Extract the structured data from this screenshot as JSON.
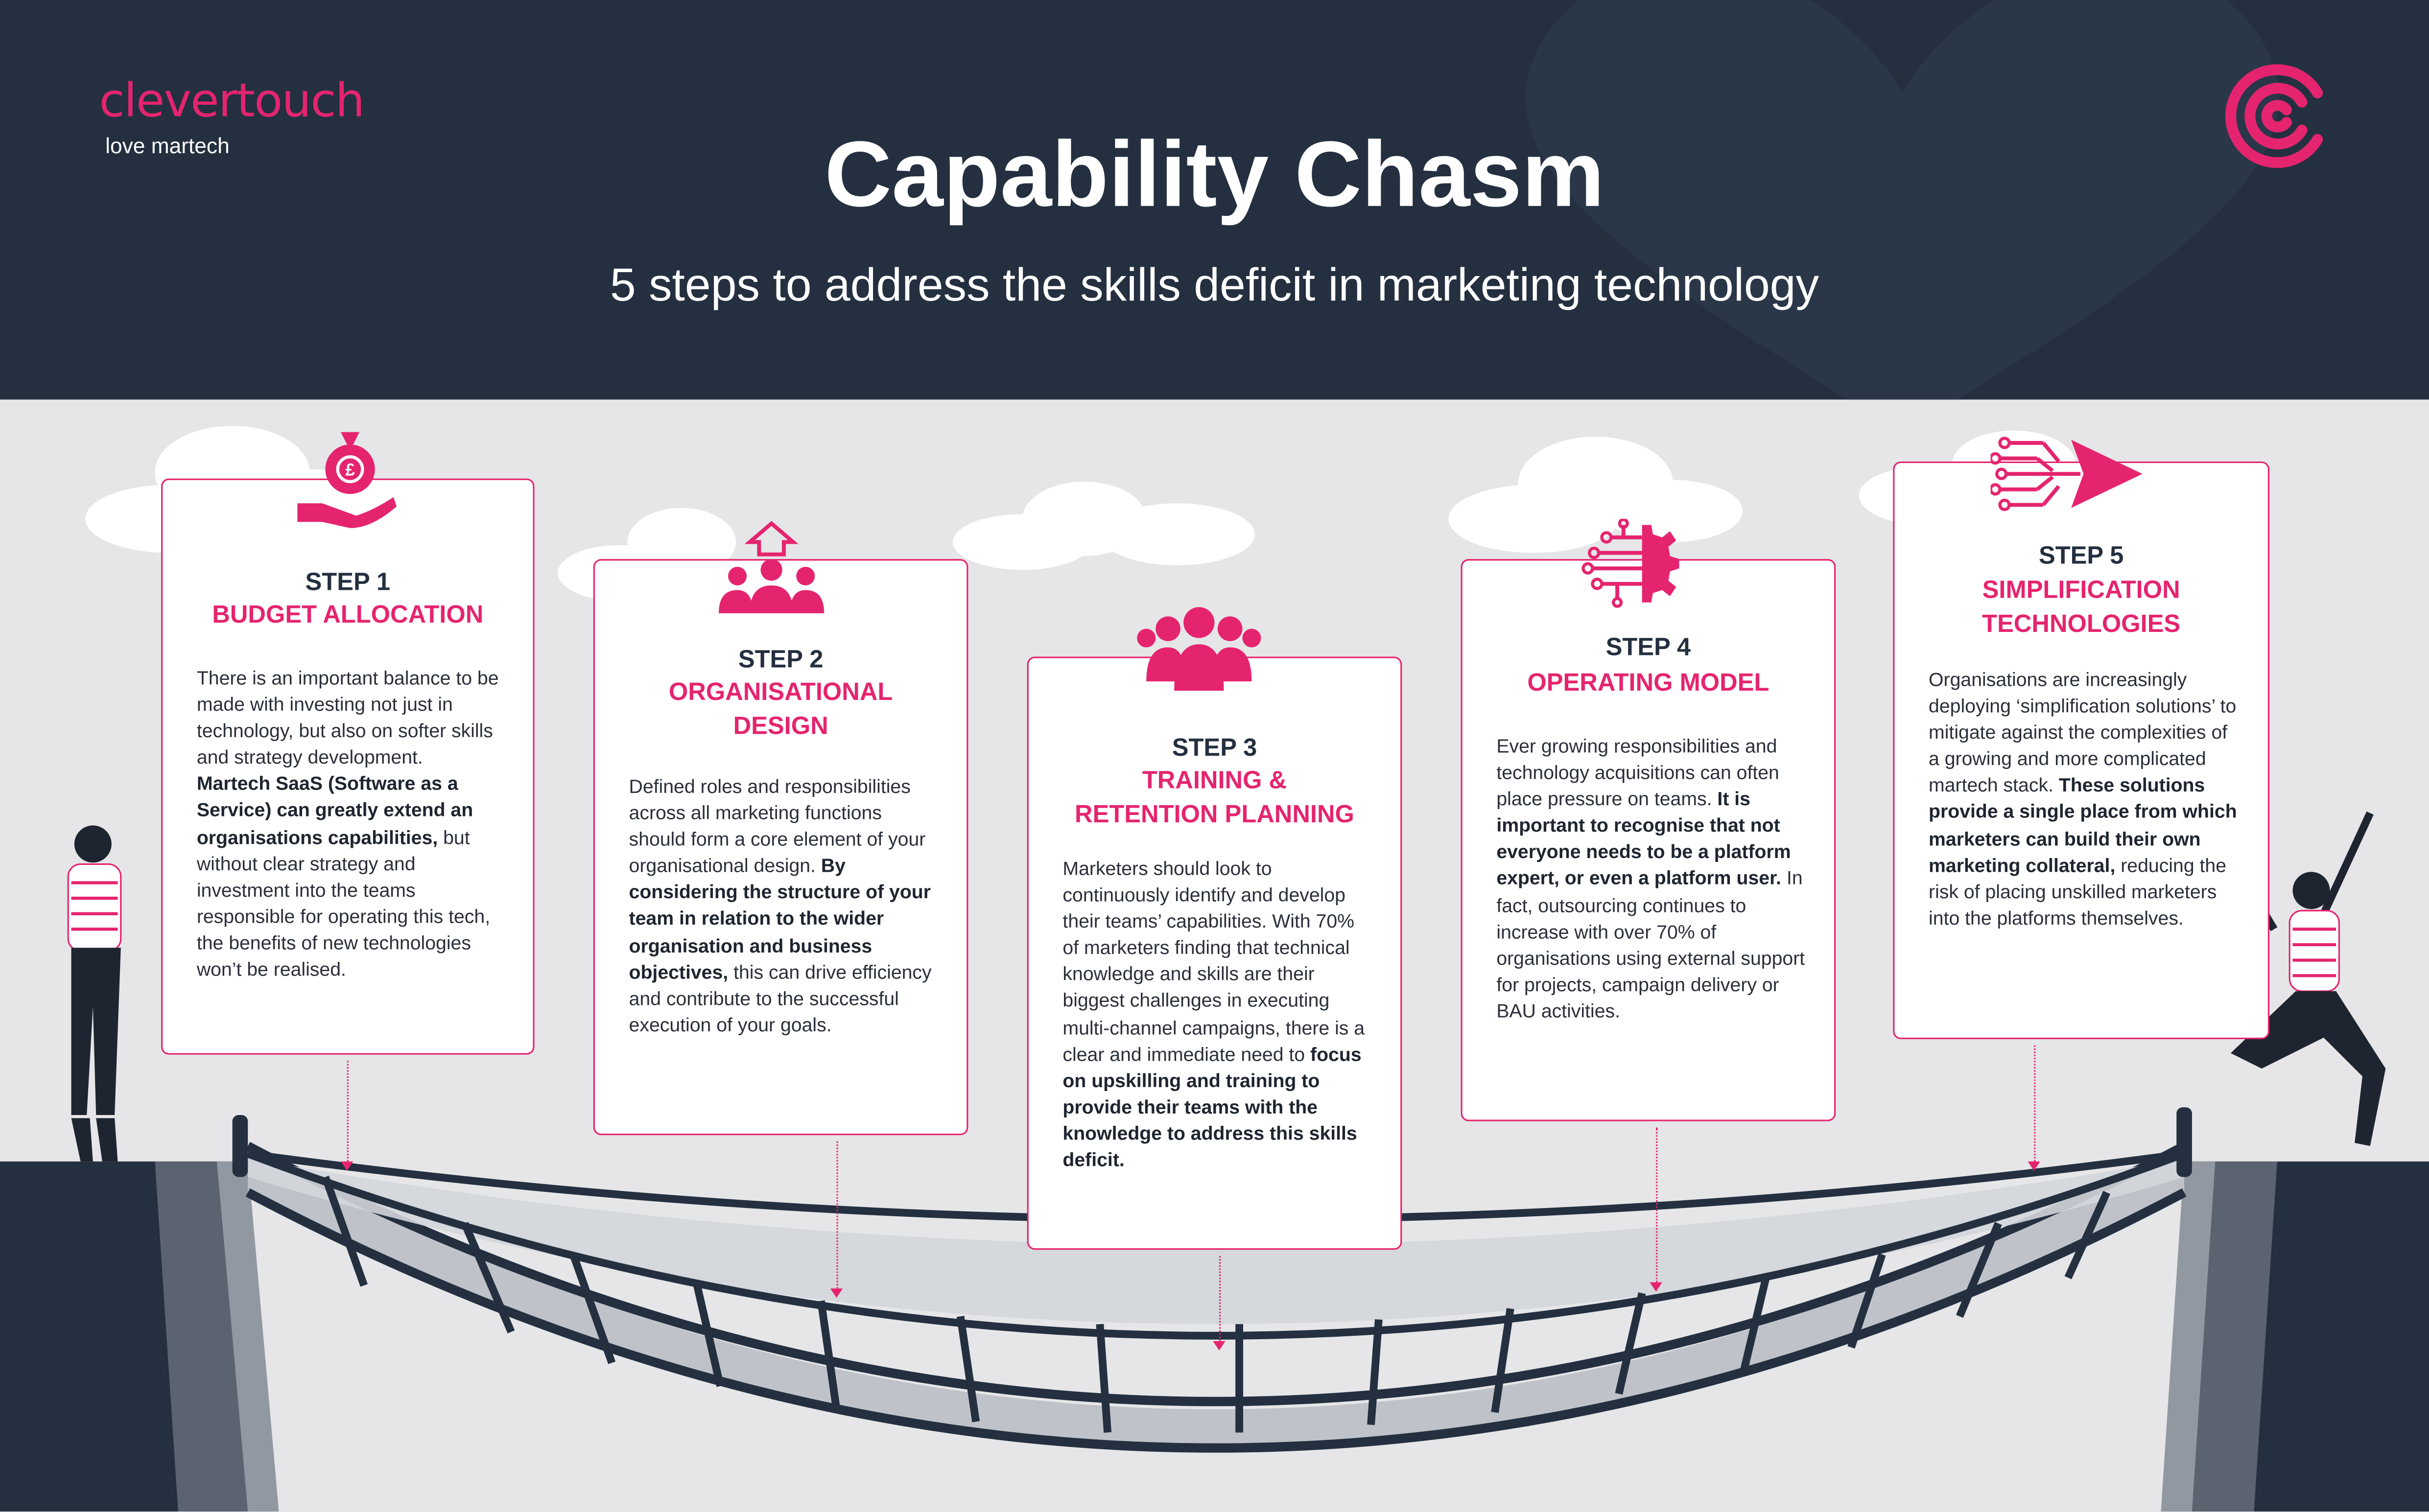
{
  "header": {
    "brand": "clevertouch",
    "tagline": "love martech",
    "title": "Capability Chasm",
    "subtitle": "5 steps to address the skills deficit in marketing technology"
  },
  "colors": {
    "navy": "#243040",
    "pink": "#e5246f",
    "background": "#e6e6e8"
  },
  "steps": [
    {
      "step": "STEP 1",
      "title": "BUDGET ALLOCATION",
      "icon": "money-bag-hand-icon",
      "body": [
        {
          "t": "There is an important balance to be made with investing not just in technology, but also on softer skills and strategy development. ",
          "b": false
        },
        {
          "t": "Martech SaaS (Software as a Service) can greatly extend an organisations capabilities,",
          "b": true
        },
        {
          "t": " but without clear strategy and investment into the teams responsible for operating this tech, the benefits of new technologies won’t be realised.",
          "b": false
        }
      ]
    },
    {
      "step": "STEP 2",
      "title": "ORGANISATIONAL\nDESIGN",
      "icon": "team-structure-icon",
      "body": [
        {
          "t": "Defined roles and responsibilities across all marketing functions should form a core element of your organisational design. ",
          "b": false
        },
        {
          "t": "By considering the structure of your team in relation to the wider organisation and business objectives,",
          "b": true
        },
        {
          "t": " this can drive efficiency and contribute to the successful execution of your goals.",
          "b": false
        }
      ]
    },
    {
      "step": "STEP 3",
      "title": "TRAINING &\nRETENTION PLANNING",
      "icon": "people-group-icon",
      "body": [
        {
          "t": "Marketers should look to continuously identify and develop their teams’ capabilities. With 70% of marketers finding that technical knowledge and skills are their biggest challenges in executing multi-channel campaigns, there is a clear and immediate need to ",
          "b": false
        },
        {
          "t": "focus on upskilling and training to provide their teams with the knowledge to address this skills deficit.",
          "b": true
        }
      ]
    },
    {
      "step": "STEP 4",
      "title": "OPERATING MODEL",
      "icon": "circuit-gear-icon",
      "body": [
        {
          "t": "Ever growing responsibilities and technology acquisitions can often place pressure on teams. ",
          "b": false
        },
        {
          "t": "It is important to recognise that not everyone needs to be a platform expert, or even a platform user.",
          "b": true
        },
        {
          "t": " In fact, outsourcing continues to increase with over 70% of organisations using external support for projects, campaign delivery or BAU activities.",
          "b": false
        }
      ]
    },
    {
      "step": "STEP 5",
      "title": "SIMPLIFICATION\nTECHNOLOGIES",
      "icon": "circuit-arrow-icon",
      "body": [
        {
          "t": "Organisations are increasingly deploying ‘simplification solutions’ to mitigate against the complexities of a growing and more complicated martech stack. ",
          "b": false
        },
        {
          "t": "These solutions provide a single place from which marketers can build their own marketing collateral,",
          "b": true
        },
        {
          "t": " reducing the risk of placing unskilled marketers into the platforms themselves.",
          "b": false
        }
      ]
    }
  ]
}
